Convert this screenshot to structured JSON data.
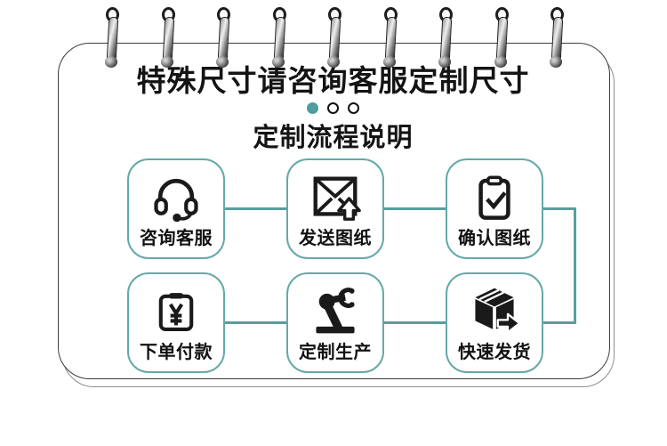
{
  "notebook": {
    "title": "特殊尺寸请咨询客服定制尺寸",
    "subtitle": "定制流程说明",
    "ring_count": 9,
    "dots": {
      "total": 3,
      "active_index": 0
    }
  },
  "flow": {
    "steps": [
      {
        "label": "咨询客服",
        "icon": "headset-icon"
      },
      {
        "label": "发送图纸",
        "icon": "envelope-upload-icon"
      },
      {
        "label": "确认图纸",
        "icon": "clipboard-check-icon"
      },
      {
        "label": "下单付款",
        "icon": "payment-bag-icon"
      },
      {
        "label": "定制生产",
        "icon": "robot-arm-icon"
      },
      {
        "label": "快速发货",
        "icon": "shipping-box-icon"
      }
    ]
  },
  "colors": {
    "accent_teal": "#579f9f",
    "dot_active": "#4f9d9e",
    "icon_ink": "#1a1a1a",
    "card_border": "#3c3c3c"
  }
}
